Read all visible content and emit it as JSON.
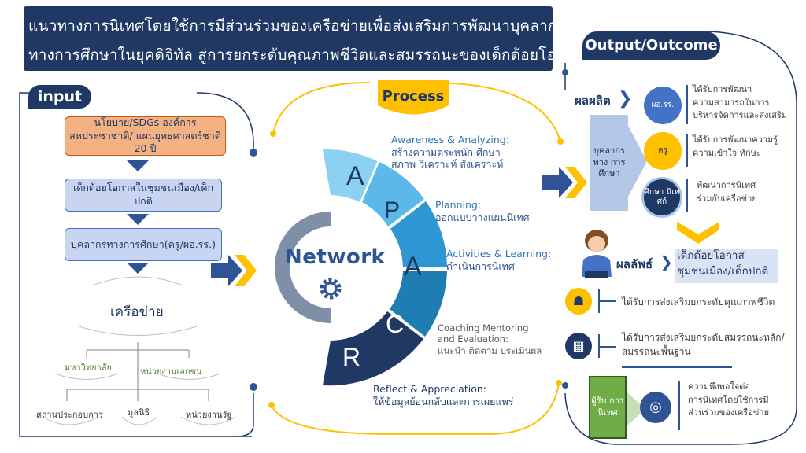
{
  "title": {
    "line1": "แนวทางการนิเทศโดยใช้การมีส่วนร่วมของเครือข่ายเพื่อส่งเสริมการพัฒนาบุคลากร",
    "line2": "ทางการศึกษาในยุคดิจิทัล สู่การยกระดับคุณภาพชีวิตและสมรรถนะของเด็กด้อยโอกาส"
  },
  "input": {
    "label": "input",
    "boxes": [
      "นโยบาย/SDGs องค์การสหประชาชาติ/ แผนยุทธศาสตร์ชาติ 20 ปี",
      "เด็กด้อยโอกาสในชุมชนเมือง/เด็กปกติ",
      "บุคลากรทางการศึกษา(ครู/ผอ.รร.)"
    ],
    "network_title": "เครือข่าย",
    "network_nodes": [
      "มหาวิทยาลัย",
      "หน่วยงานเอกชน",
      "สถานประกอบการ",
      "มูลนิธิ",
      "หน่วยงานรัฐ"
    ]
  },
  "process": {
    "label": "Process",
    "center": "Network",
    "letters": [
      "A",
      "P",
      "A",
      "C",
      "R"
    ],
    "steps": [
      {
        "en": "Awareness & Analyzing:",
        "th1": "สร้างความตระหนัก ศึกษา",
        "th2": "สภาพ วิเคราะห์ สังเคราะห์"
      },
      {
        "en": "Planning:",
        "th1": "ออกแบบวางแผนนิเทศ",
        "th2": ""
      },
      {
        "en": "Activities & Learning:",
        "th1": "ดำเนินการนิเทศ",
        "th2": ""
      },
      {
        "en": "Coaching Mentoring",
        "th1": "and Evaluation:",
        "th2": "แนะนำ ติดตาม ประเมินผล"
      },
      {
        "en": "Reflect & Appreciation:",
        "th1": "ให้ข้อมูลย้อนกลับและการเผยแพร่",
        "th2": ""
      }
    ]
  },
  "output": {
    "label": "Output/Outcome",
    "product_label": "ผลผลิต",
    "personnel_box": "บุคลากร ทาง การ ศึกษา",
    "circles": [
      {
        "label": "ผอ.รร.",
        "text1": "ได้รับการพัฒนา",
        "text2": "ความสามารถในการ",
        "text3": "บริหารจัดการและส่งเสริม"
      },
      {
        "label": "ครู",
        "text1": "ได้รับการพัฒนาความรู้",
        "text2": "ความเข้าใจ ทักษะ",
        "text3": ""
      },
      {
        "label": "ศึกษา นิเทศก์",
        "text1": "พัฒนาการนิเทศ",
        "text2": "ร่วมกับเครือข่าย",
        "text3": ""
      }
    ],
    "outcome_label": "ผลลัพธ์",
    "outcome_box1": "เด็กด้อยโอกาส",
    "outcome_box2": "ชุมชนเมือง/เด็กปกติ",
    "outcome1": "ได้รับการส่งเสริมยกระดับคุณภาพชีวิต",
    "outcome2a": "ได้รับการส่งเสริมยกระดับสมรรถนะหลัก/",
    "outcome2b": "สมรรถนะพื้นฐาน",
    "receiver_box": "ผู้รับ การ นิเทศ",
    "satisfaction1": "ความพึงพอใจต่อ",
    "satisfaction2": "การนิเทศโดยใช้การมี",
    "satisfaction3": "ส่วนร่วมของเครือข่าย"
  },
  "colors": {
    "navy": "#1f3864",
    "blue": "#2e5496",
    "light_blue": "#8faadc",
    "orange": "#f4b183",
    "yellow": "#ffc000",
    "green": "#70ad47"
  }
}
